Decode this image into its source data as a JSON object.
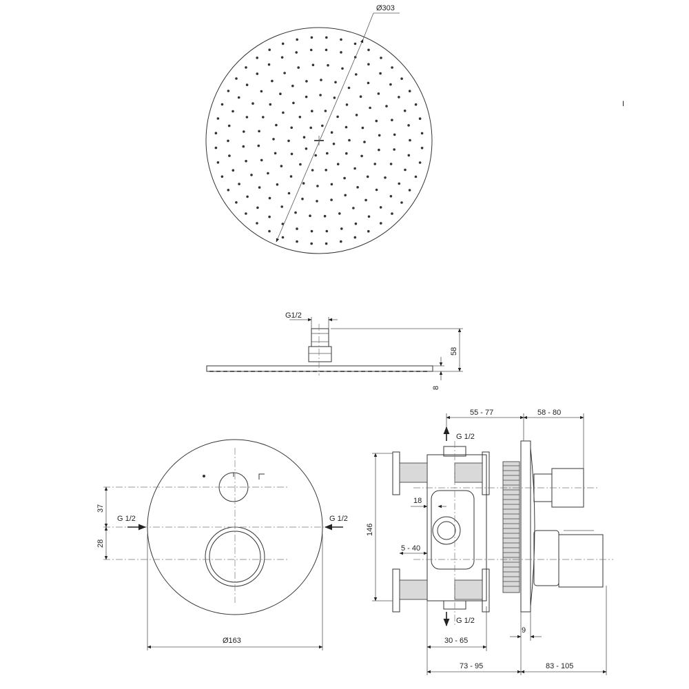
{
  "head_top": {
    "diameter_label": "Ø303"
  },
  "head_side": {
    "thread_label": "G1/2",
    "height_label": "58",
    "plate_label": "8"
  },
  "valve_front": {
    "dim_top": "37",
    "dim_bottom": "28",
    "inlet_left": "G 1/2",
    "inlet_right": "G 1/2",
    "diameter_label": "Ø163"
  },
  "valve_body": {
    "dim_top_left": "55 - 77",
    "dim_top_right": "58 - 80",
    "outlet_top": "G 1/2",
    "outlet_bottom": "G 1/2",
    "dim_height": "146",
    "dim_18": "18",
    "dim_5_40": "5 - 40",
    "dim_30_65": "30 - 65",
    "dim_9": "9",
    "dim_73_95": "73 - 95",
    "dim_83_105": "83 - 105"
  },
  "misc": {
    "edge_mark": "I"
  }
}
